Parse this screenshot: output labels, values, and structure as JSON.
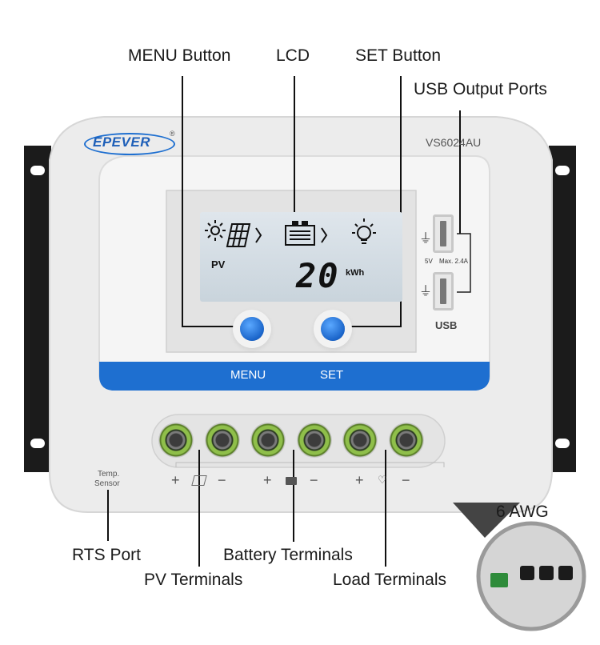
{
  "callouts": {
    "menu_button": "MENU Button",
    "lcd": "LCD",
    "set_button": "SET Button",
    "usb_ports": "USB Output Ports",
    "rts_port": "RTS Port",
    "battery_terminals": "Battery Terminals",
    "pv_terminals": "PV Terminals",
    "load_terminals": "Load Terminals",
    "wire_gauge": "6 AWG"
  },
  "device": {
    "brand": "EPEVER",
    "model": "VS6024AU",
    "menu_label": "MENU",
    "set_label": "SET",
    "temp_sensor": [
      "Temp.",
      "Sensor"
    ],
    "usb_label": "USB",
    "usb_voltage": "5V",
    "usb_current": "Max. 2.4A",
    "lcd": {
      "pv_label": "PV",
      "value": "20",
      "unit": "kWh"
    },
    "terminal_marks": [
      "+",
      "−",
      "+",
      "−",
      "+",
      "−"
    ]
  },
  "colors": {
    "accent_blue": "#1e6fd0",
    "terminal_green": "#8fbf4a"
  }
}
